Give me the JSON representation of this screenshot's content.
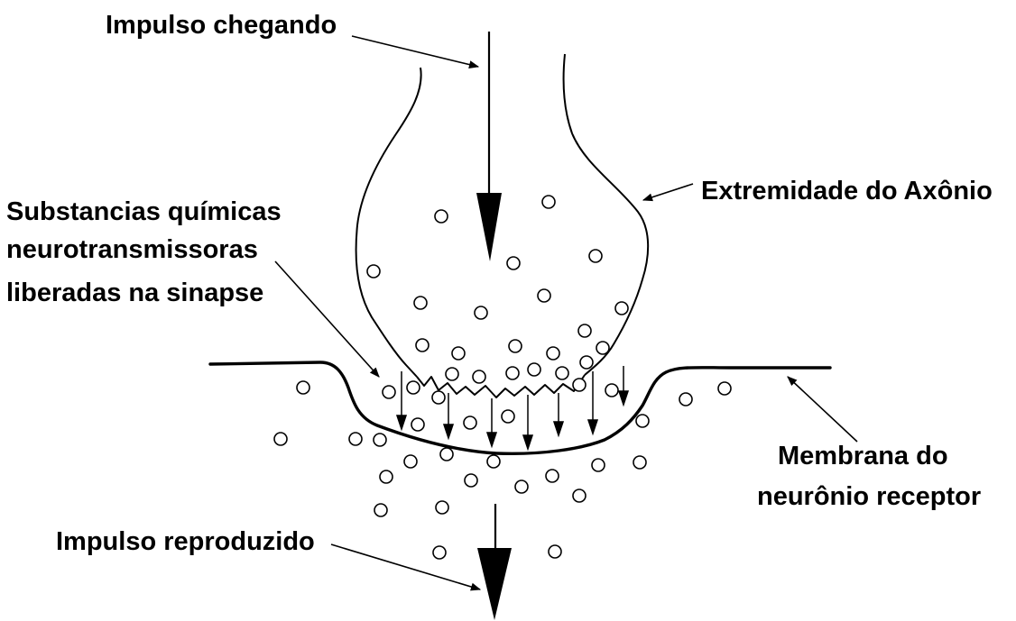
{
  "labels": {
    "impulse_arriving": "Impulso chegando",
    "axon_terminal": "Extremidade do Axônio",
    "neurotransmitters_line1": "Substancias químicas",
    "neurotransmitters_line2": "neurotransmissoras",
    "neurotransmitters_line3": "liberadas na sinapse",
    "membrane_line1": "Membrana do",
    "membrane_line2": "neurônio receptor",
    "impulse_reproduced": "Impulso reproduzido"
  },
  "colors": {
    "ink": "#000000",
    "paper": "#ffffff"
  }
}
